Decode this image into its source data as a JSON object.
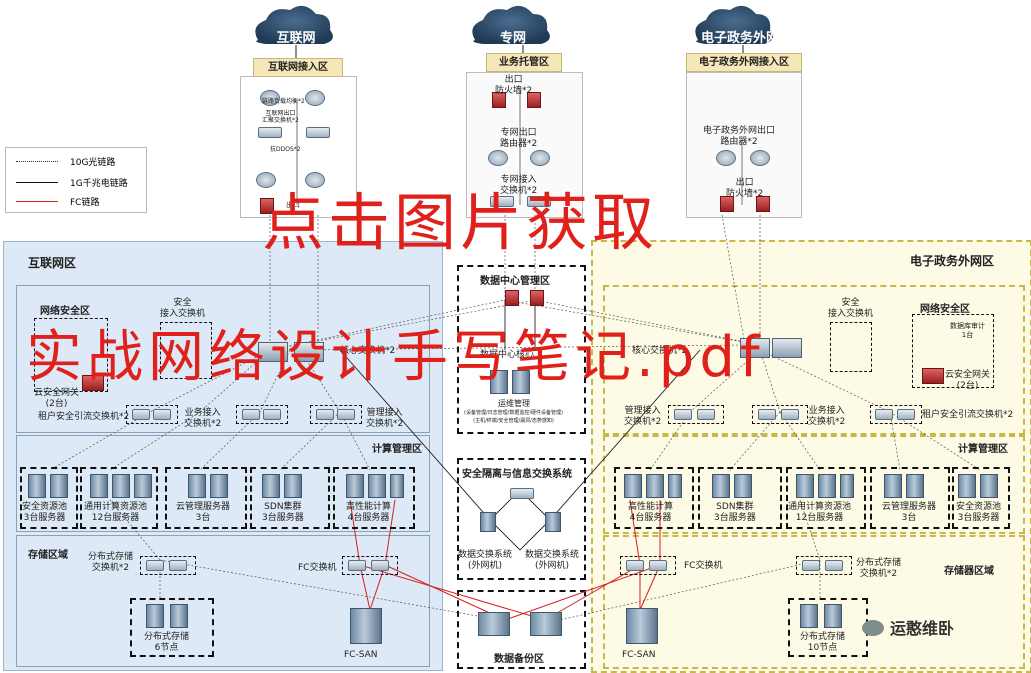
{
  "clouds": {
    "internet": "互联网",
    "private": "专网",
    "egov": "电子政务外网"
  },
  "access_zones": {
    "internet": "互联网接入区",
    "hosting": "业务托管区",
    "egov": "电子政务外网接入区"
  },
  "internet_access": {
    "lb": "链路负载均衡*2",
    "exit_sw": "互联网出口\n汇聚交换机*2",
    "ddos": "抗DDOS*2",
    "exit": "出口"
  },
  "hosting_zone": {
    "fw": "出口\n防火墙*2",
    "router": "专网出口\n路由器*2",
    "sw": "专网接入\n交换机*2"
  },
  "egov_access": {
    "router": "电子政务外网出口\n路由器*2",
    "fw": "出口\n防火墙*2"
  },
  "legend": {
    "items": [
      {
        "label": "10G光链路",
        "style": "dotted",
        "color": "#333333"
      },
      {
        "label": "1G千兆电链路",
        "style": "solid",
        "color": "#111111"
      },
      {
        "label": "FC链路",
        "style": "solid",
        "color": "#d62020"
      }
    ]
  },
  "zones": {
    "internet_zone": "互联网区",
    "egov_zone": "电子政务外网区",
    "dc_mgmt": "数据中心管理区",
    "security": "安全隔离与信息交换系统",
    "backup": "数据备份区"
  },
  "internet_zone": {
    "net_sec": "网络安全区",
    "sec_access": "安全\n接入交换机",
    "cloud_gw": "云安全网关\n(2台)",
    "core": "核心交换机*2",
    "tenant": "租户安全引流交换机*2",
    "biz_access": "业务接入\n交换机*2",
    "mgmt_access": "管理接入\n交换机*2",
    "compute": "计算管理区",
    "clusters": [
      {
        "label": "安全资源池\n3台服务器"
      },
      {
        "label": "通用计算资源池\n12台服务器"
      },
      {
        "label": "云管理服务器\n3台"
      },
      {
        "label": "SDN集群\n3台服务器"
      },
      {
        "label": "高性能计算\n4台服务器"
      }
    ],
    "storage": "存储区域",
    "dist_sw": "分布式存储\n交换机*2",
    "fc_sw": "FC交换机",
    "dist_storage": "分布式存储\n6节点",
    "fcsan": "FC-SAN"
  },
  "dc_mgmt": {
    "core": "数据中心核心",
    "ops": "运维管理",
    "ops_desc": "(设备管理/日志管理/数据监控/硬件设备管理)\n(主机/终端/安全管理/漏洞/态势感知)"
  },
  "security": {
    "ext": "数据交换系统\n(外网机)",
    "int": "数据交换系统\n(外网机)"
  },
  "egov_zone": {
    "net_sec": "网络安全区",
    "sec_access": "安全\n接入交换机",
    "sec_item1": "数据库审计\n1台",
    "cloud_gw": "云安全网关\n(2台)",
    "core": "核心交换机*2",
    "mgmt_access": "管理接入\n交换机*2",
    "biz_access": "业务接入\n交换机*2",
    "tenant": "租户安全引流交换机*2",
    "compute": "计算管理区",
    "clusters": [
      {
        "label": "高性能计算\n4台服务器"
      },
      {
        "label": "SDN集群\n3台服务器"
      },
      {
        "label": "通用计算资源池\n12台服务器"
      },
      {
        "label": "云管理服务器\n3台"
      },
      {
        "label": "安全资源池\n3台服务器"
      }
    ],
    "storage": "存储器区域",
    "fc_sw": "FC交换机",
    "dist_sw": "分布式存储\n交换机*2",
    "fcsan": "FC-SAN",
    "dist_storage": "分布式存储\n10节点"
  },
  "watermark": {
    "line1": "点击图片获取",
    "line2": "实战网络设计手写笔记.pdf"
  },
  "wechat": "运憨维卧",
  "colors": {
    "internet_zone_bg": "#dde9f6",
    "egov_zone_bg": "#fdfbe6",
    "egov_border": "#c8b74a",
    "cloud": "#2f4f6f",
    "fc_link": "#d62020",
    "watermark": "#e0201a"
  }
}
